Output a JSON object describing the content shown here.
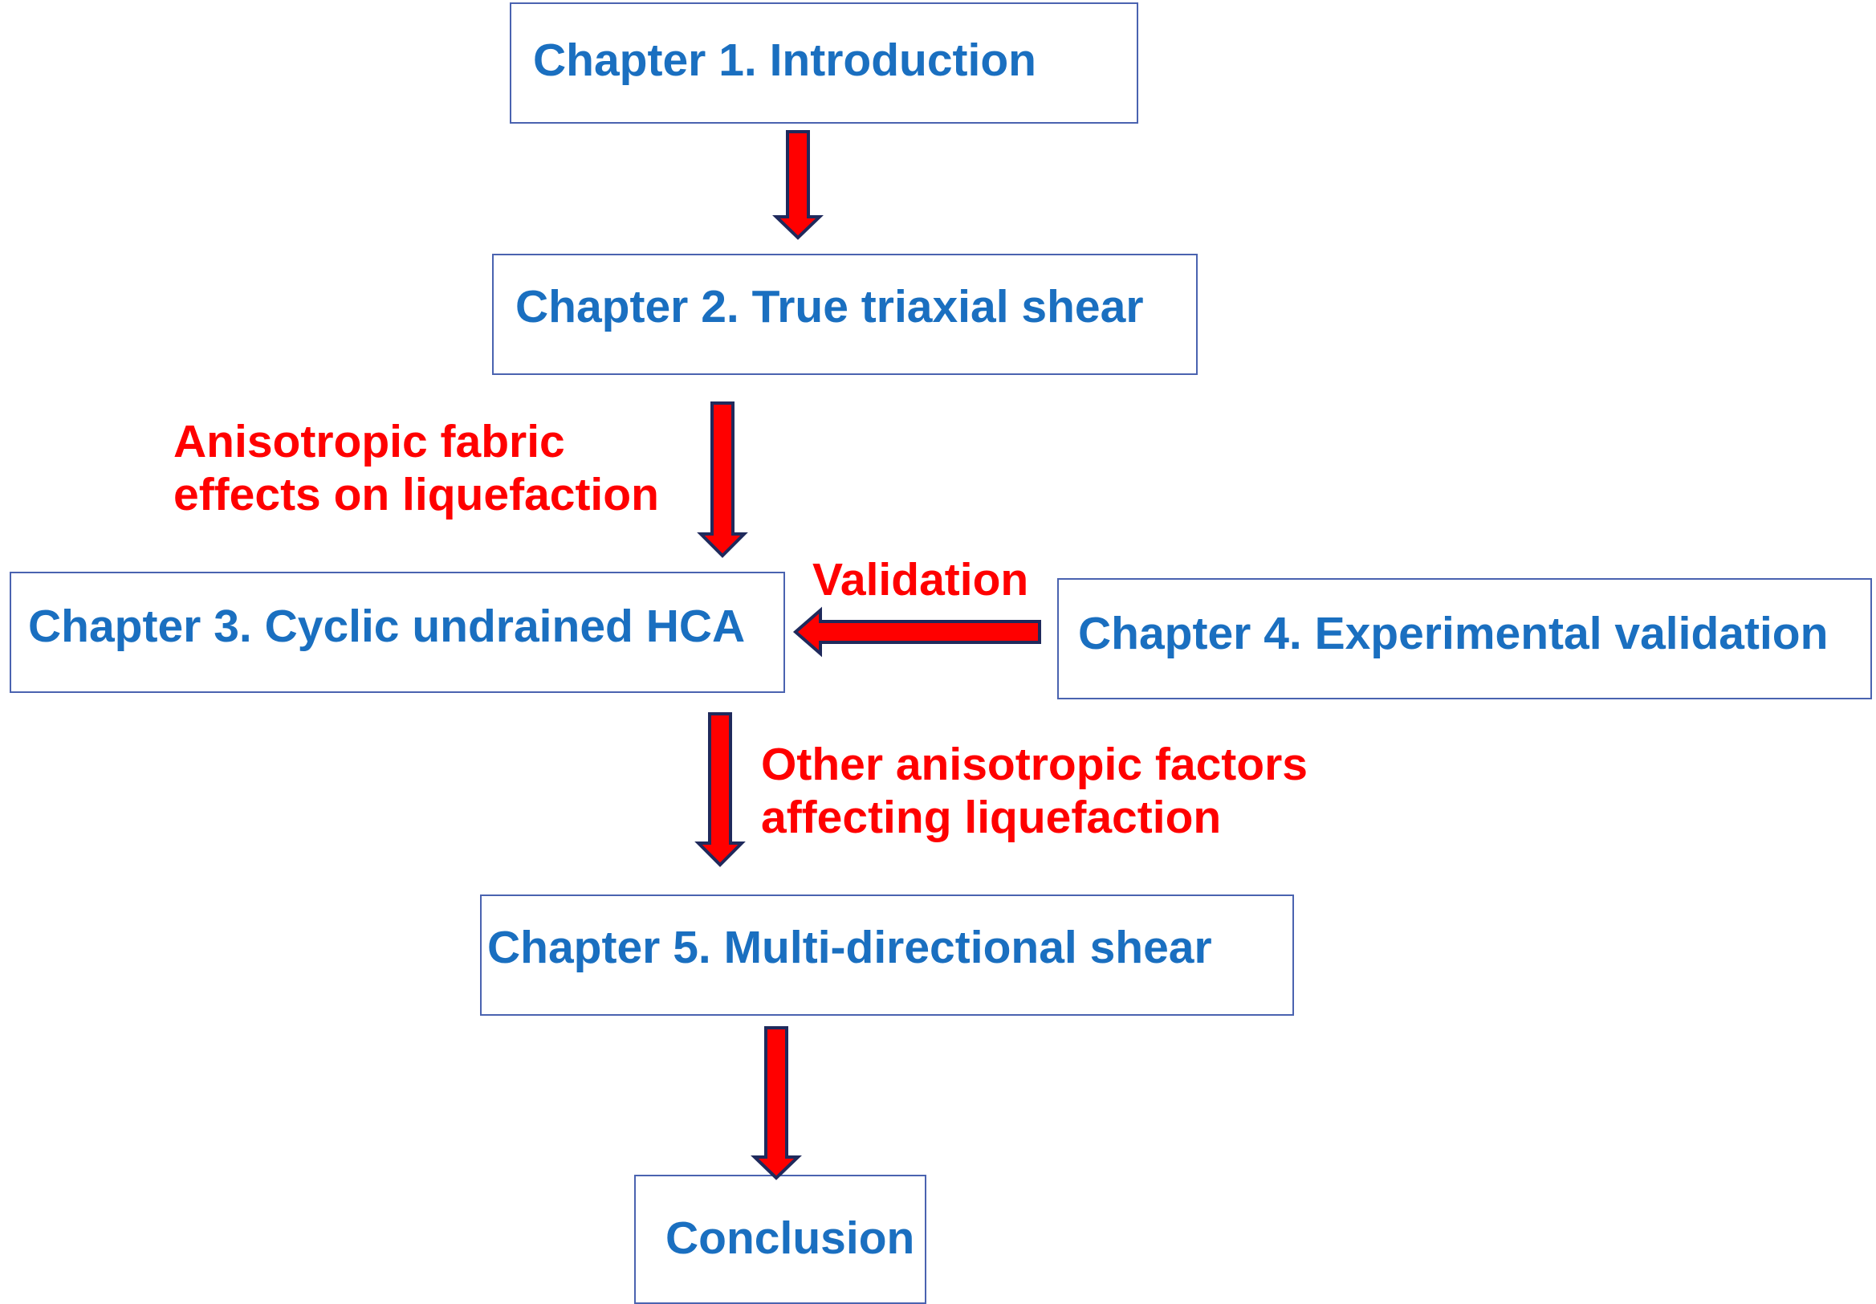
{
  "nodes": {
    "ch1": "Chapter 1. Introduction",
    "ch2": "Chapter 2. True triaxial shear",
    "ch3": "Chapter 3. Cyclic undrained HCA",
    "ch4": "Chapter 4. Experimental validation",
    "ch5": "Chapter 5. Multi-directional shear",
    "conclusion": "Conclusion"
  },
  "edge_labels": {
    "ch2_to_ch3": [
      "Anisotropic fabric",
      "effects on liquefaction"
    ],
    "ch4_to_ch3": "Validation",
    "ch3_to_ch5": [
      "Other anisotropic factors",
      "affecting liquefaction"
    ]
  },
  "edges": [
    {
      "from": "ch1",
      "to": "ch2"
    },
    {
      "from": "ch2",
      "to": "ch3"
    },
    {
      "from": "ch4",
      "to": "ch3"
    },
    {
      "from": "ch3",
      "to": "ch5"
    },
    {
      "from": "ch5",
      "to": "conclusion"
    }
  ],
  "colors": {
    "box_border": "#4a63b0",
    "box_text": "#1a6fc0",
    "label_text": "#ff0000",
    "arrow_fill": "#ff0000",
    "arrow_outline": "#1f2a5c"
  }
}
